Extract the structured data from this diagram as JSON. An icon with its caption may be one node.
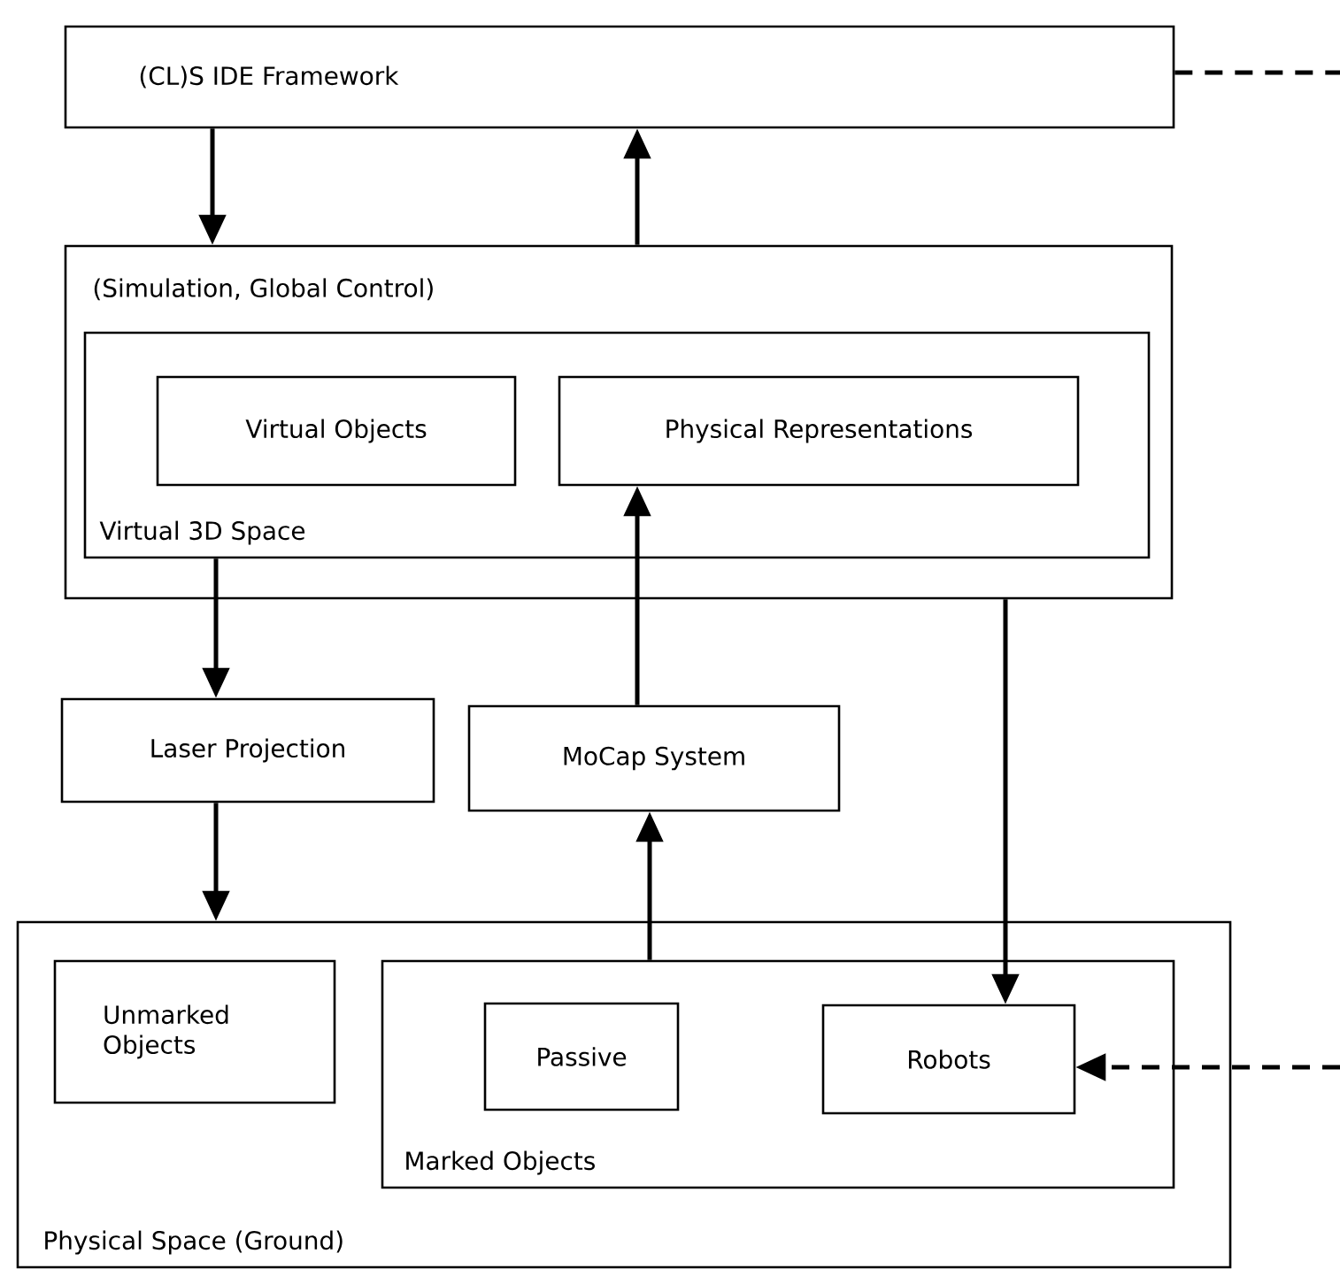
{
  "diagram": {
    "nodes": [
      {
        "text": [
          "(CL)S IDE Framework"
        ]
      },
      {
        "text": [
          "(Simulation, Global Control)"
        ]
      },
      {
        "text": [
          "Virtual 3D Space"
        ],
        "in": 1
      },
      {
        "text": [
          "Virtual Objects"
        ],
        "in": 2
      },
      {
        "text": [
          "Physical Representations"
        ],
        "in": 2
      },
      {
        "text": [
          "Laser Projection"
        ]
      },
      {
        "text": [
          "MoCap System"
        ]
      },
      {
        "text": [
          "Physical Space (Ground)"
        ]
      },
      {
        "text": [
          "Unmarked Objects"
        ],
        "in": 7
      },
      {
        "text": [
          "Marked Objects"
        ],
        "in": 7
      },
      {
        "text": [
          "Passive"
        ],
        "in": 9
      },
      {
        "text": [
          "Robots"
        ],
        "in": 9
      }
    ],
    "edges": [
      {
        "from": 0,
        "to": 1,
        "arrow": "to"
      },
      {
        "from": 1,
        "to": 0,
        "arrow": "to"
      },
      {
        "from": 2,
        "to": 5,
        "arrow": "to"
      },
      {
        "from": 6,
        "to": 4,
        "arrow": "to"
      },
      {
        "from": 5,
        "to": 7,
        "arrow": "to"
      },
      {
        "from": 9,
        "to": 6,
        "arrow": "to"
      },
      {
        "from": 1,
        "to": 11,
        "arrow": "to"
      },
      {
        "from": 0,
        "to": null,
        "arrow": "none",
        "style": "dashed"
      },
      {
        "from": null,
        "to": 11,
        "arrow": "to",
        "style": "dashed"
      }
    ]
  }
}
